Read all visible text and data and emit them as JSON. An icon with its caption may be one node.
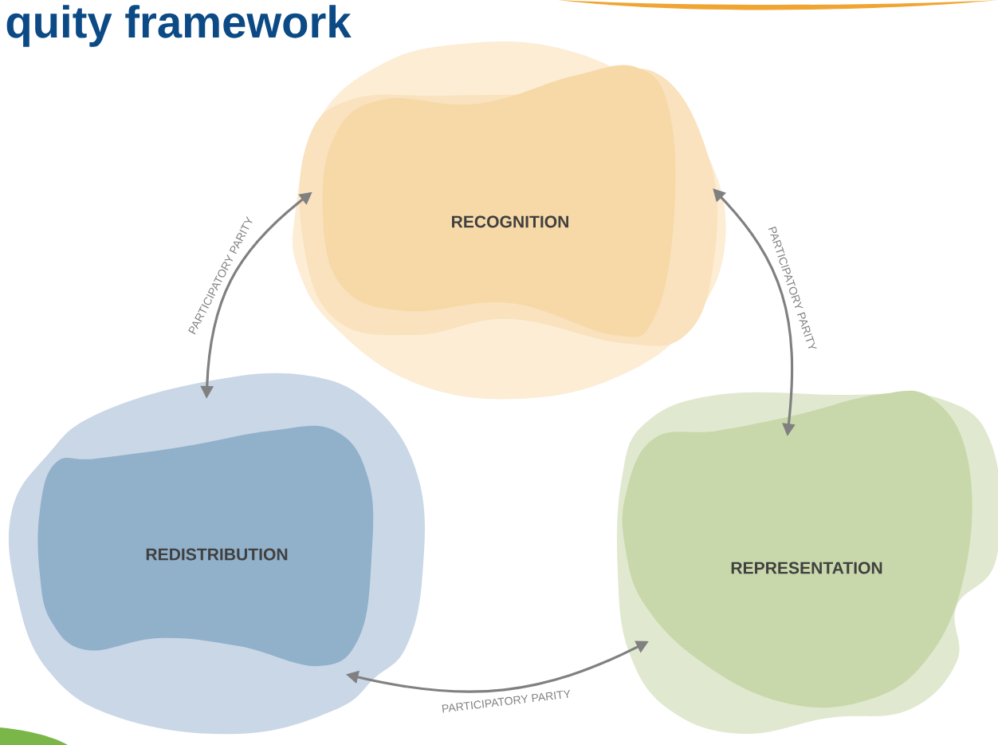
{
  "diagram": {
    "title": "quity framework",
    "nodes": [
      {
        "text": [
          "RECOGNITION"
        ]
      },
      {
        "text": [
          "REPRESENTATION"
        ]
      },
      {
        "text": [
          "REDISTRIBUTION"
        ]
      }
    ],
    "edges": [
      {
        "from": 2,
        "to": 0,
        "arrow": "both",
        "label": "PARTICIPATORY PARITY"
      },
      {
        "from": 0,
        "to": 1,
        "arrow": "both",
        "label": "PARTICIPATORY PARITY"
      },
      {
        "from": 2,
        "to": 1,
        "arrow": "both",
        "label": "PARTICIPATORY PARITY"
      }
    ]
  }
}
